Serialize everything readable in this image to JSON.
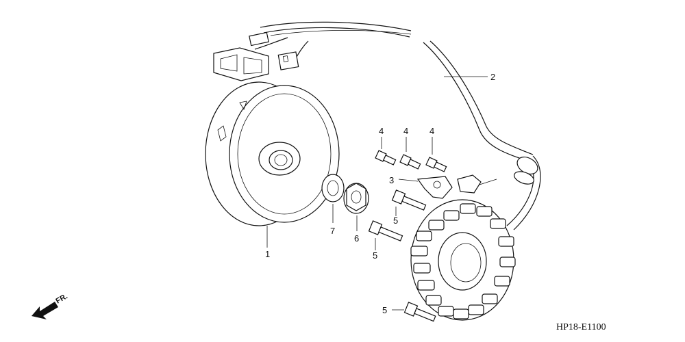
{
  "callouts": [
    {
      "label": "1",
      "part": "flywheel"
    },
    {
      "label": "2",
      "part": "wire-harness"
    },
    {
      "label": "3",
      "part": "clamp"
    },
    {
      "label": "4",
      "part": "bolt"
    },
    {
      "label": "5",
      "part": "bolt"
    },
    {
      "label": "6",
      "part": "flange-nut"
    },
    {
      "label": "7",
      "part": "washer"
    }
  ],
  "direction_label": "FR.",
  "diagram_code": "HP18-E1100"
}
